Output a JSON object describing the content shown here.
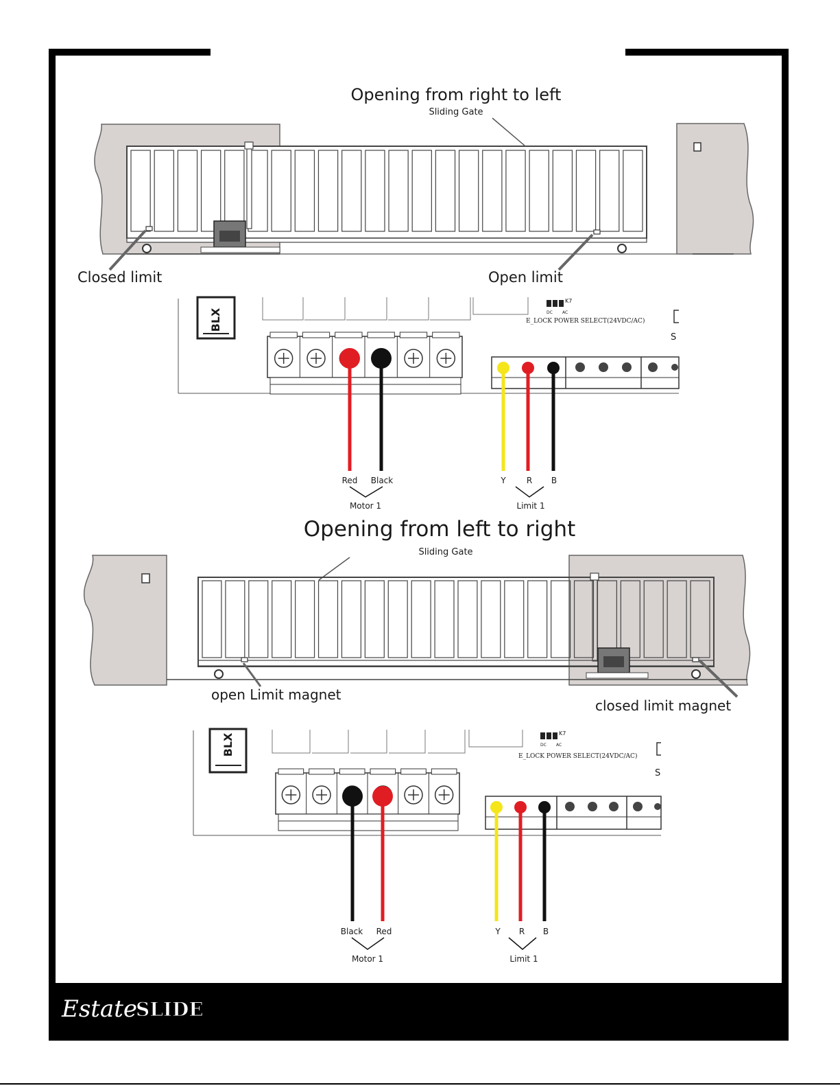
{
  "section1": {
    "title": "Opening from right to left",
    "gate_label": "Sliding Gate",
    "limit_left_label": "Closed limit",
    "limit_right_label": "Open limit"
  },
  "section2": {
    "title": "Opening from left to right",
    "gate_label": "Sliding Gate",
    "limit_left_label": "open Limit magnet",
    "limit_right_label": "closed limit magnet"
  },
  "board": {
    "model_text": "BLX",
    "jumper_label": "K7",
    "jumper_dc": "DC",
    "jumper_ac": "AC",
    "elock_label": "E_LOCK POWER SELECT(24VDC/AC)",
    "edge_letter": "S"
  },
  "wiring1": {
    "motor_wires": [
      "Red",
      "Black"
    ],
    "motor_group": "Motor 1",
    "limit_wires": [
      "Y",
      "R",
      "B"
    ],
    "limit_group": "Limit 1"
  },
  "wiring2": {
    "motor_wires": [
      "Black",
      "Red"
    ],
    "motor_group": "Motor 1",
    "limit_wires": [
      "Y",
      "R",
      "B"
    ],
    "limit_group": "Limit 1"
  },
  "colors": {
    "red": "#e11d24",
    "black": "#111111",
    "yellow": "#f5e51b",
    "wall": "#d8d3d1",
    "frame": "#000000"
  },
  "footer": {
    "brand_script": "Estate",
    "brand_bold": "SLIDE"
  }
}
